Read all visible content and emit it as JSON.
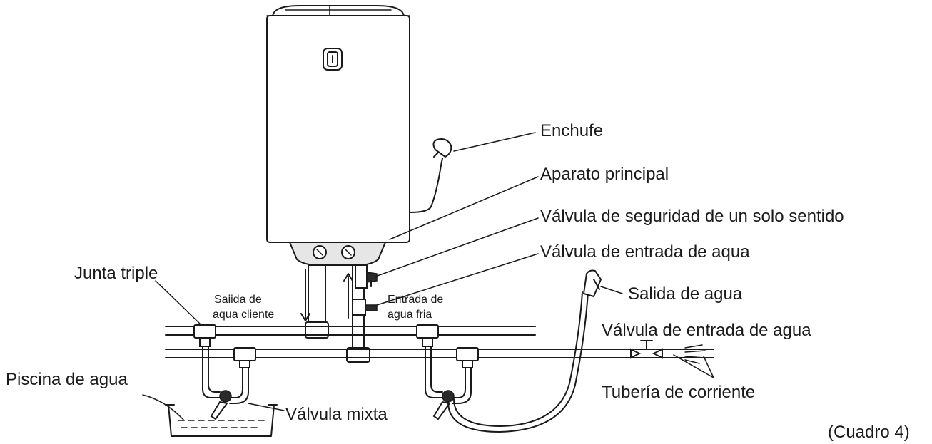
{
  "labels": {
    "enchufe": "Enchufe",
    "aparato_principal": "Aparato principal",
    "valvula_seguridad": "Válvula de seguridad de un solo sentido",
    "valvula_entrada_top": "Válvula de entrada de aqua",
    "junta_triple": "Junta triple",
    "salida_agua_cliente_line1": "Saiida de",
    "salida_agua_cliente_line2": "aqua cliente",
    "entrada_agua_fria_line1": "Entrada de",
    "entrada_agua_fria_line2": "agua fria",
    "salida_agua": "Salida de agua",
    "valvula_entrada_bottom": "Válvula de entrada de agua",
    "piscina_agua": "Piscina de agua",
    "valvula_mixta": "Válvula mixta",
    "tuberia_corriente": "Tubería de corriente",
    "cuadro": "(Cuadro 4)"
  },
  "colors": {
    "line": "#1a1a1a",
    "background": "#ffffff"
  }
}
